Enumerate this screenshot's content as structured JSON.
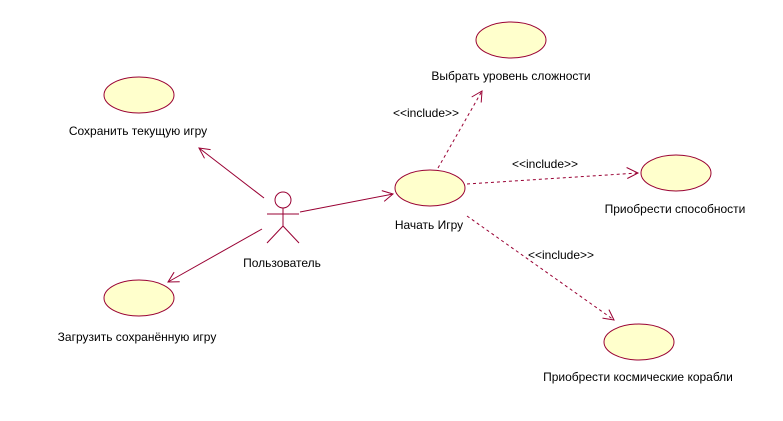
{
  "actor": {
    "label": "Пользователь"
  },
  "use_cases": {
    "save": "Сохранить текущую игру",
    "load": "Загрузить сохранённую игру",
    "start": "Начать Игру",
    "difficulty": "Выбрать уровень сложности",
    "abilities": "Приобрести способности",
    "ships": "Приобрести  космические корабли"
  },
  "stereotypes": {
    "difficulty": "<<include>>",
    "abilities": "<<include>>",
    "ships": "<<include>>"
  },
  "colors": {
    "use_case_fill": "#ffffcc",
    "line": "#990033"
  }
}
